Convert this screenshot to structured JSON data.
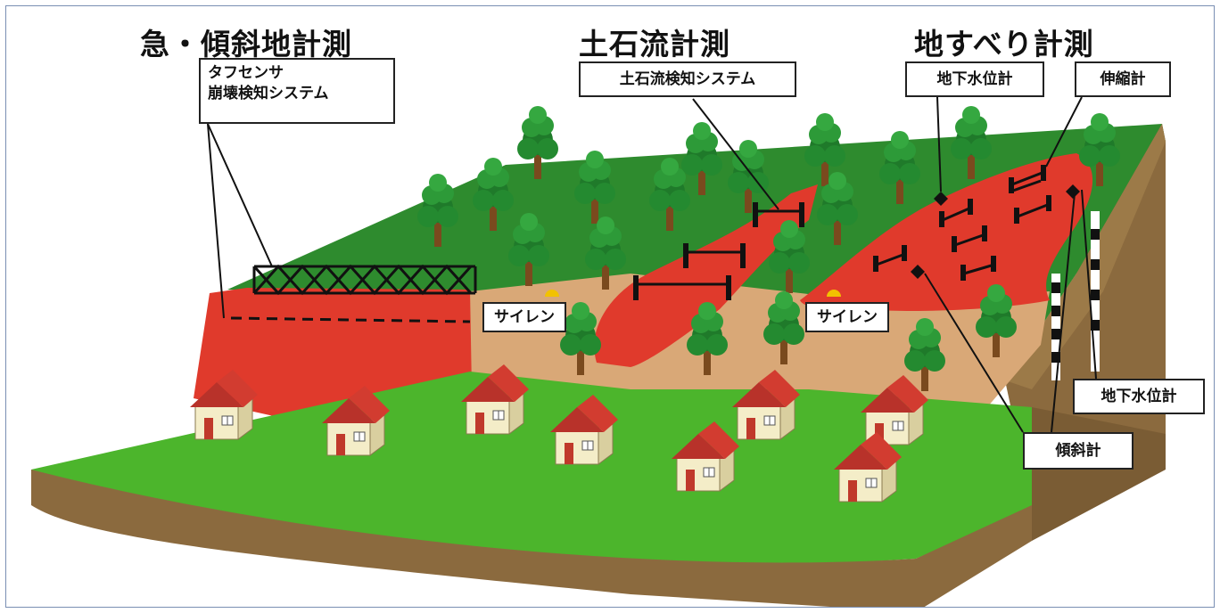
{
  "titles": {
    "steep_slope": "急・傾斜地計測",
    "debris_flow": "土石流計測",
    "landslide": "地すべり計測"
  },
  "labels": {
    "tough_sensor": "タフセンサ",
    "collapse_detection": "崩壊検知システム",
    "debris_detection": "土石流検知システム",
    "groundwater_top": "地下水位計",
    "extensometer": "伸縮計",
    "siren_left": "サイレン",
    "siren_right": "サイレン",
    "groundwater_right": "地下水位計",
    "inclinometer": "傾斜計"
  },
  "colors": {
    "hazard_red": "#e03a2c",
    "forest_green": "#2e8b2e",
    "lawn_green": "#4cb52c",
    "soil_tan": "#d9a877",
    "earth_brown": "#8b6a3e",
    "siren_yellow": "#f2c200"
  }
}
